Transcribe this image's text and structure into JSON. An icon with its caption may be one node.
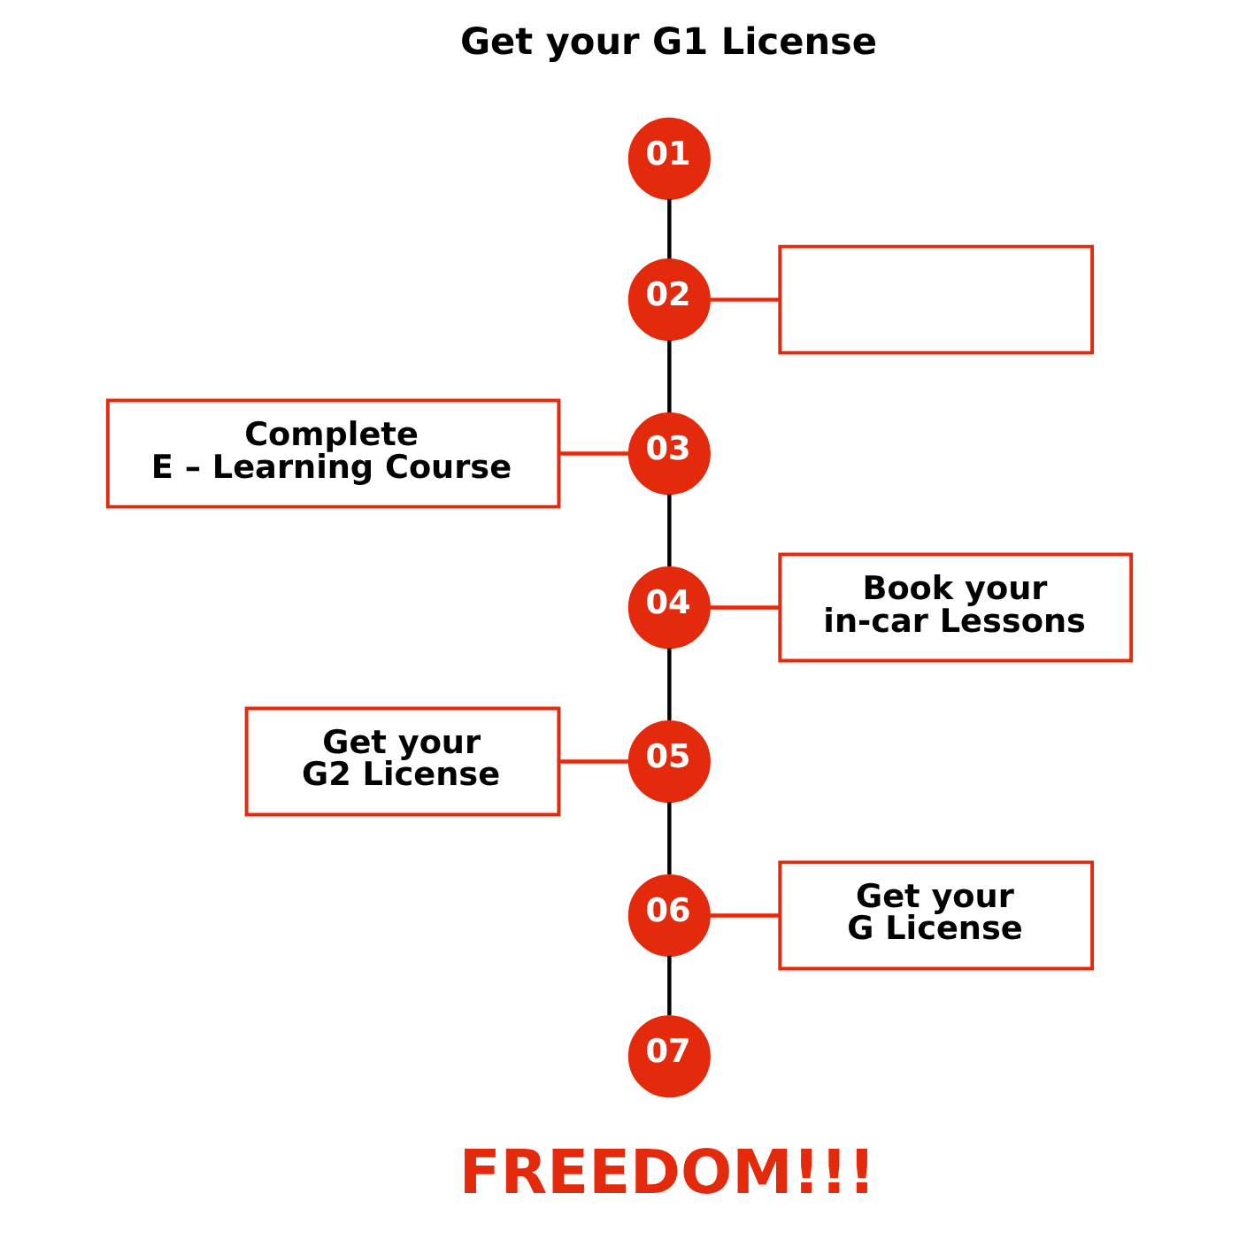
{
  "diagram": {
    "nodes": [
      {
        "text": [
          "01"
        ],
        "beside": [
          "Get your G1 License"
        ]
      },
      {
        "text": [
          "02"
        ]
      },
      {
        "text": [],
        "shape": "box"
      },
      {
        "text": [
          "Complete E – Learning Course"
        ]
      },
      {
        "text": [
          "03"
        ]
      },
      {
        "text": [
          "04"
        ]
      },
      {
        "text": [
          "Book your in-car Lessons"
        ]
      },
      {
        "text": [
          "Get your G2 License"
        ]
      },
      {
        "text": [
          "05"
        ]
      },
      {
        "text": [
          "06"
        ]
      },
      {
        "text": [
          "Get your G License"
        ]
      },
      {
        "text": [
          "07"
        ],
        "beside": [
          "FREEDOM!!!"
        ]
      }
    ],
    "edges": [
      {
        "from": 0,
        "to": 1,
        "arrow": "none"
      },
      {
        "from": 1,
        "to": 2,
        "arrow": "none",
        "color": "#e42a0c"
      },
      {
        "from": 1,
        "to": 4,
        "arrow": "none"
      },
      {
        "from": 3,
        "to": 4,
        "arrow": "none",
        "color": "#e42a0c"
      },
      {
        "from": 4,
        "to": 5,
        "arrow": "none"
      },
      {
        "from": 5,
        "to": 6,
        "arrow": "none",
        "color": "#e42a0c"
      },
      {
        "from": 5,
        "to": 8,
        "arrow": "none"
      },
      {
        "from": 7,
        "to": 8,
        "arrow": "none",
        "color": "#e42a0c"
      },
      {
        "from": 8,
        "to": 9,
        "arrow": "none"
      },
      {
        "from": 9,
        "to": 10,
        "arrow": "none",
        "color": "#e42a0c"
      },
      {
        "from": 9,
        "to": 11,
        "arrow": "none"
      }
    ]
  }
}
